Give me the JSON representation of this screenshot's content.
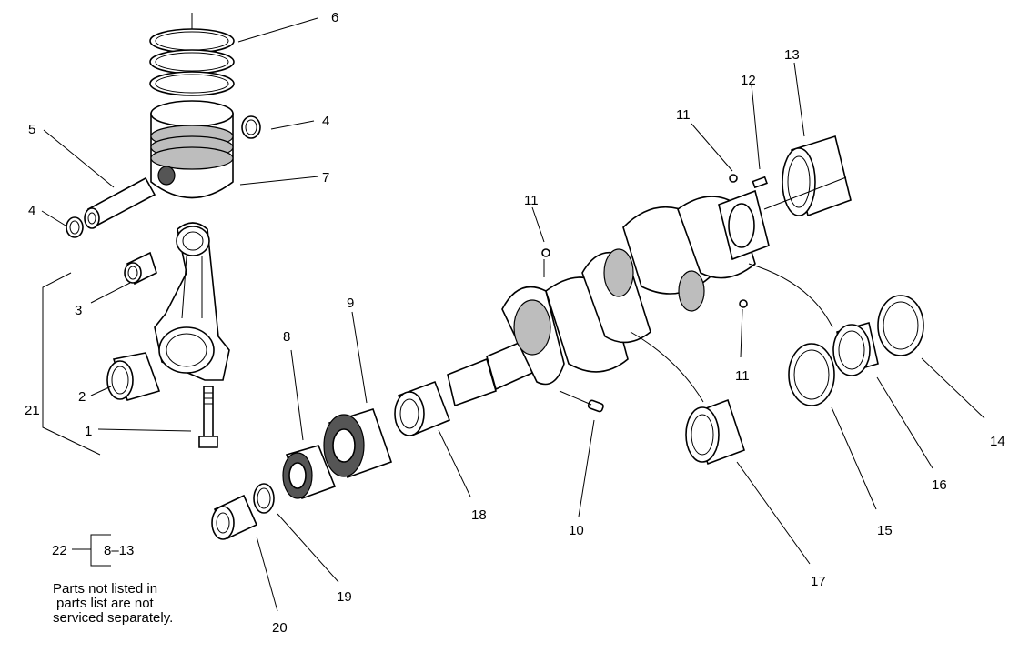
{
  "callouts": {
    "c1": "1",
    "c2": "2",
    "c3": "3",
    "c4a": "4",
    "c4b": "4",
    "c5": "5",
    "c6": "6",
    "c7": "7",
    "c8": "8",
    "c9": "9",
    "c10": "10",
    "c11a": "11",
    "c11b": "11",
    "c11c": "11",
    "c12": "12",
    "c13": "13",
    "c14": "14",
    "c15": "15",
    "c16": "16",
    "c17": "17",
    "c18": "18",
    "c19": "19",
    "c20": "20",
    "c21": "21",
    "c22": "22"
  },
  "kit_range": "8–13",
  "note": {
    "line1": "Parts not listed in",
    "line2": "parts list are not",
    "line3": "serviced separately."
  }
}
